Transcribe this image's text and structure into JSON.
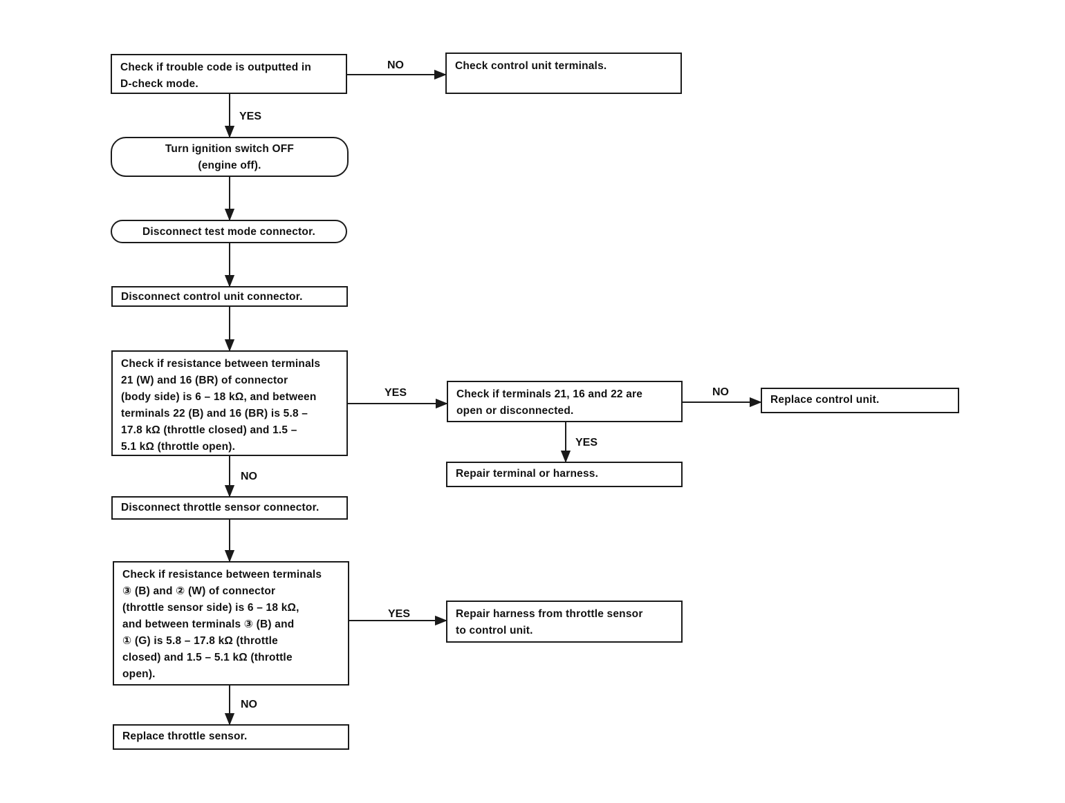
{
  "nodes": {
    "check_trouble_code": {
      "text": "Check if trouble code is outputted in\nD-check mode."
    },
    "check_control_unit_terminals": {
      "text": "Check control unit terminals."
    },
    "turn_ignition_off": {
      "text": "Turn ignition switch OFF\n(engine off)."
    },
    "disconnect_test_mode": {
      "text": "Disconnect test mode connector."
    },
    "disconnect_control_unit": {
      "text": "Disconnect control unit connector."
    },
    "check_resistance_body": {
      "text": "Check if resistance between terminals\n21 (W) and 16 (BR) of connector\n(body side) is 6 – 18 kΩ, and between\nterminals 22 (B) and 16 (BR) is 5.8 –\n17.8 kΩ (throttle closed) and 1.5 –\n5.1 kΩ (throttle open)."
    },
    "check_terminals_open": {
      "text": "Check if terminals 21, 16 and 22 are\nopen or disconnected."
    },
    "replace_control_unit": {
      "text": "Replace control unit."
    },
    "repair_terminal_harness": {
      "text": "Repair terminal or harness."
    },
    "disconnect_throttle_sensor": {
      "text": "Disconnect throttle sensor connector."
    },
    "check_resistance_sensor": {
      "text": "Check if resistance between terminals\n③ (B) and ② (W) of connector\n(throttle sensor side) is 6 – 18 kΩ,\nand between terminals ③ (B) and\n① (G) is 5.8 – 17.8 kΩ (throttle\nclosed) and 1.5 – 5.1 kΩ (throttle\nopen)."
    },
    "repair_harness_sensor": {
      "text": "Repair harness from throttle sensor\nto control unit."
    },
    "replace_throttle_sensor": {
      "text": "Replace throttle sensor."
    }
  },
  "edge_labels": {
    "trouble_no": "NO",
    "trouble_yes": "YES",
    "body_yes": "YES",
    "body_no": "NO",
    "open_no": "NO",
    "open_yes": "YES",
    "sensor_yes": "YES",
    "sensor_no": "NO"
  },
  "colors": {
    "line": "#1a1a1a",
    "background": "#ffffff"
  }
}
